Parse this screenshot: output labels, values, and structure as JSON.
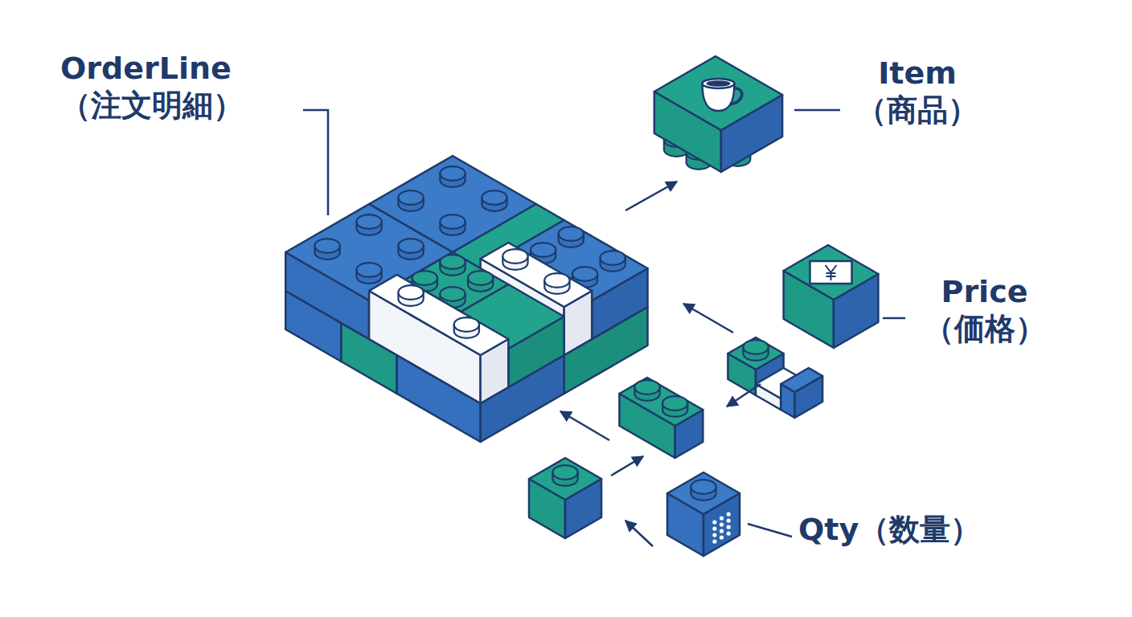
{
  "diagram": {
    "labels": [
      "OrderLine （注文明細）",
      "Item （商品）",
      "Price （価格）",
      "Qty（数量）"
    ]
  }
}
